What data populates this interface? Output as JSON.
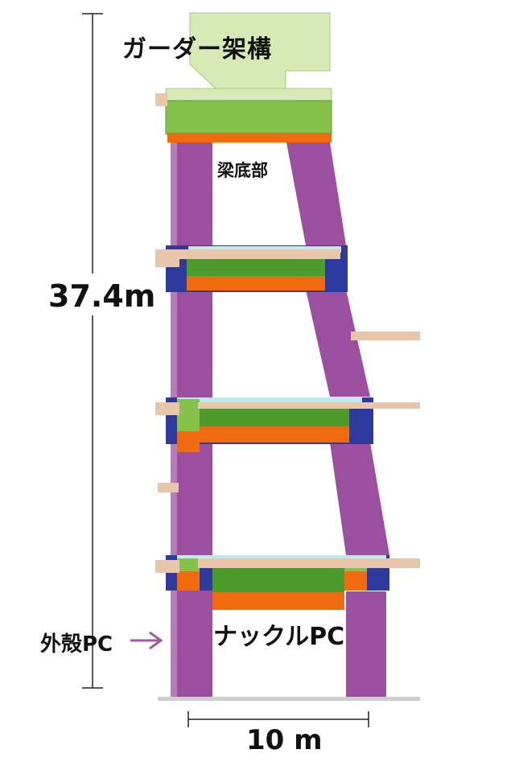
{
  "labels": {
    "girder_frame": "ガーダー架構",
    "beam_bottom": "梁底部",
    "height": "37.4m",
    "knuckle_pc": "ナックルPC",
    "outer_shell_pc": "外殻PC",
    "width": "10 m"
  },
  "colors": {
    "column_purple": "#9b4f9e",
    "column_light": "#c9a6cc",
    "beam_green": "#4e9a2a",
    "girder_light_green": "#d7e9b4",
    "girder_green": "#86c24a",
    "orange": "#f06a0f",
    "navy": "#2e3a9e",
    "tan": "#e8c6ac",
    "cyan": "#bfe9ee",
    "arrow": "#a25aa6"
  },
  "icons": {
    "shell_pointer": "arrow-right-icon"
  }
}
